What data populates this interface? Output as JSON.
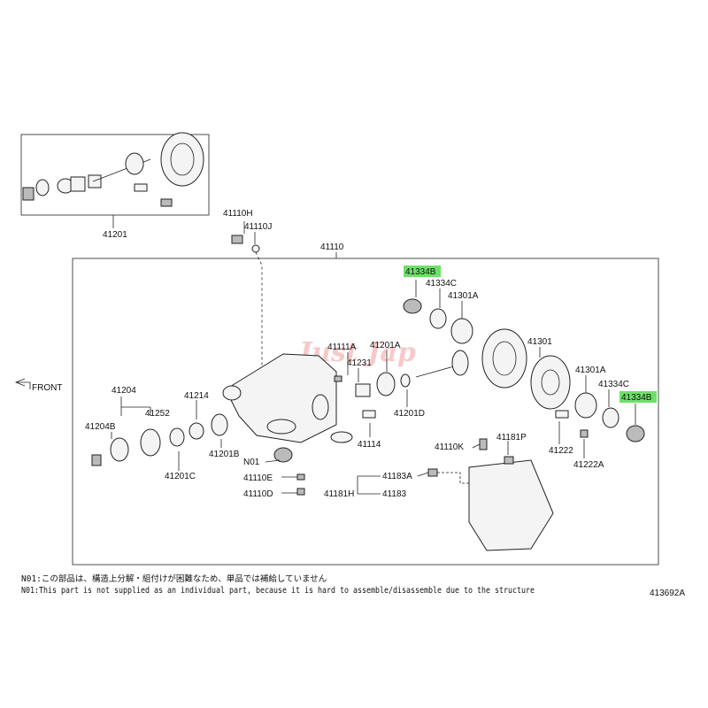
{
  "inset_label": "41201",
  "labels": {
    "l41110H": "41110H",
    "l41110J": "41110J",
    "l41110": "41110",
    "l41334B_top": "41334B",
    "l41334C_top": "41334C",
    "l41301A_top": "41301A",
    "l41111A": "41111A",
    "l41231": "41231",
    "l41201A": "41201A",
    "l41301": "41301",
    "l41201D": "41201D",
    "l41204": "41204",
    "l41252": "41252",
    "l41214": "41214",
    "l41204B": "41204B",
    "l41201B": "41201B",
    "l41201C": "41201C",
    "lN01": "N01",
    "l41110E": "41110E",
    "l41110D": "41110D",
    "l41114": "41114",
    "l41110K": "41110K",
    "l41181P": "41181P",
    "l41301A_bot": "41301A",
    "l41334C_bot": "41334C",
    "l41334B_bot": "41334B",
    "l41222": "41222",
    "l41222A": "41222A",
    "l41183A": "41183A",
    "l41181H": "41181H",
    "l41183": "41183"
  },
  "front_label": "FRONT",
  "notes": {
    "jp": "N01:この部品は、構造上分解・組付けが困難なため、単品では補給していません",
    "en": "N01:This part is not supplied as an individual part, because it is hard to assemble/disassemble due to the structure"
  },
  "drawing_code": "413692A",
  "watermark": "Just Jap",
  "colors": {
    "highlight": "#6ee06a",
    "watermark": "#e8686a"
  }
}
